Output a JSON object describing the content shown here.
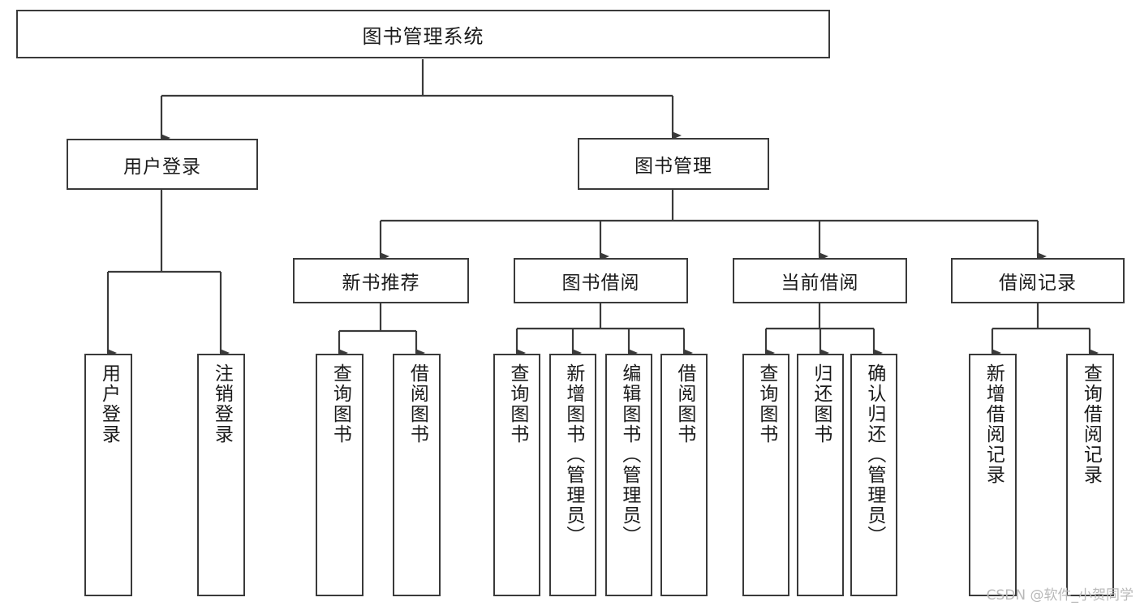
{
  "diagram": {
    "type": "tree",
    "title": "图书管理系统",
    "root": {
      "label": "图书管理系统"
    },
    "level1": [
      {
        "id": "user-login",
        "label": "用户登录"
      },
      {
        "id": "book-management",
        "label": "图书管理"
      }
    ],
    "level2": [
      {
        "id": "new-book-recommend",
        "label": "新书推荐",
        "parent": "book-management"
      },
      {
        "id": "book-borrow",
        "label": "图书借阅",
        "parent": "book-management"
      },
      {
        "id": "current-borrow",
        "label": "当前借阅",
        "parent": "book-management"
      },
      {
        "id": "borrow-record",
        "label": "借阅记录",
        "parent": "book-management"
      }
    ],
    "leaves": [
      {
        "id": "leaf-user-login",
        "label": "用户登录",
        "parent": "user-login"
      },
      {
        "id": "leaf-logout-login",
        "label": "注销登录",
        "parent": "user-login"
      },
      {
        "id": "leaf-query-book-1",
        "label": "查询图书",
        "parent": "new-book-recommend"
      },
      {
        "id": "leaf-borrow-book-1",
        "label": "借阅图书",
        "parent": "new-book-recommend"
      },
      {
        "id": "leaf-query-book-2",
        "label": "查询图书",
        "parent": "book-borrow"
      },
      {
        "id": "leaf-add-book",
        "label": "新增图书（管理员）",
        "parent": "book-borrow"
      },
      {
        "id": "leaf-edit-book",
        "label": "编辑图书（管理员）",
        "parent": "book-borrow"
      },
      {
        "id": "leaf-borrow-book-2",
        "label": "借阅图书",
        "parent": "book-borrow"
      },
      {
        "id": "leaf-query-book-3",
        "label": "查询图书",
        "parent": "current-borrow"
      },
      {
        "id": "leaf-return-book",
        "label": "归还图书",
        "parent": "current-borrow"
      },
      {
        "id": "leaf-confirm-return",
        "label": "确认归还（管理员）",
        "parent": "current-borrow"
      },
      {
        "id": "leaf-add-record",
        "label": "新增借阅记录",
        "parent": "borrow-record"
      },
      {
        "id": "leaf-query-record",
        "label": "查询借阅记录",
        "parent": "borrow-record"
      }
    ],
    "colors": {
      "border": "#3a3a3a",
      "line": "#3a3a3a",
      "background": "#ffffff",
      "text": "#1a1a1a",
      "watermark": "#b9b9b9"
    }
  },
  "watermark": {
    "text": "CSDN @软件_小贺同学"
  }
}
